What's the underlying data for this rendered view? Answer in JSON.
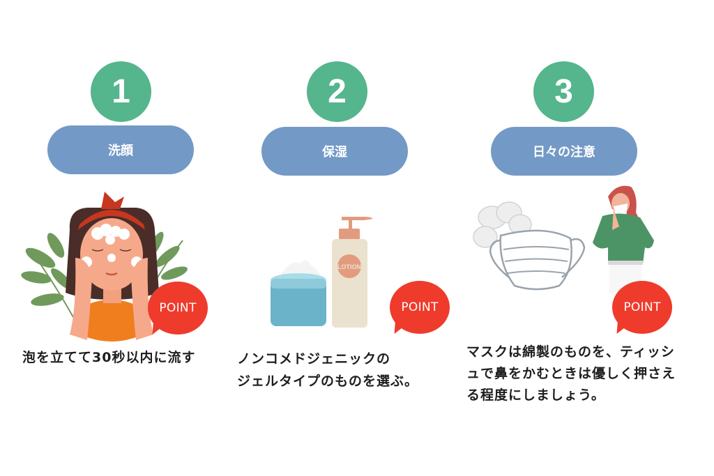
{
  "steps": [
    {
      "number": "1",
      "title": "洗顔",
      "badge": "POINT",
      "illustration": "woman-washing-face-with-foam",
      "caption_lines": [
        "泡を立てて30秒以内に流す"
      ]
    },
    {
      "number": "2",
      "title": "保湿",
      "badge": "POINT",
      "illustration": "cream-jar-and-lotion-bottle",
      "bottle_label": "LOTION",
      "caption_lines": [
        "ノンコメドジェニックの",
        "ジェルタイプのものを選ぶ。"
      ]
    },
    {
      "number": "3",
      "title": "日々の注意",
      "badge": "POINT",
      "illustration": "cotton-mask-and-woman-with-tissue",
      "caption_lines": [
        "マスクは綿製のものを、ティッシ",
        "ュで鼻をかむときは優しく押さえ",
        "る程度にしましょう。"
      ]
    }
  ],
  "colors": {
    "number_circle": "#55b58d",
    "title_pill": "#7399c6",
    "point_bubble": "#ef3b2c",
    "caption_text": "#1e1e1e"
  }
}
